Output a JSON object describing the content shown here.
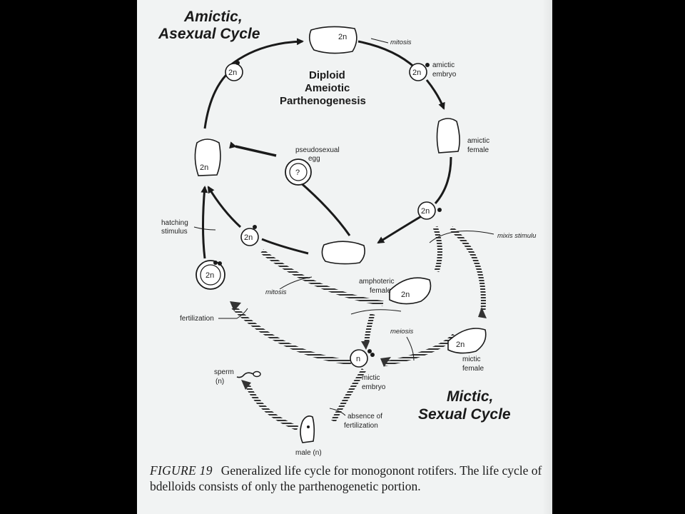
{
  "titles": {
    "amictic_line1": "Amictic,",
    "amictic_line2": "Asexual Cycle",
    "mictic_line1": "Mictic,",
    "mictic_line2": "Sexual Cycle"
  },
  "center_label": [
    "Diploid",
    "Ameiotic",
    "Parthenogenesis"
  ],
  "labels": {
    "mitosis_top": "mitosis",
    "amictic_embryo": [
      "amictic",
      "embryo"
    ],
    "amictic_female": [
      "amictic",
      "female"
    ],
    "pseudosexual_egg": [
      "pseudosexual",
      "egg"
    ],
    "question_mark": "?",
    "hatching_stimulus": [
      "hatching",
      "stimulus"
    ],
    "mixis_stimulus": "mixis stimulu",
    "amphoteric_female": [
      "amphoteric",
      "female"
    ],
    "mitosis_lower": "mitosis",
    "fertilization": "fertilization",
    "meiosis": "meiosis",
    "mictic_female": [
      "mictic",
      "female"
    ],
    "mictic_embryo": [
      "mictic",
      "embryo"
    ],
    "sperm": [
      "sperm",
      "(n)"
    ],
    "absence_of_fertilization": [
      "absence of",
      "fertilization"
    ],
    "male": "male (n)"
  },
  "cells": {
    "diploid": "2n",
    "haploid": "n"
  },
  "caption": {
    "figure": "FIGURE 19",
    "text": "Generalized life cycle for monogonont rotifers. The life cycle of bdelloids consists of only the parthenogenetic portion."
  }
}
